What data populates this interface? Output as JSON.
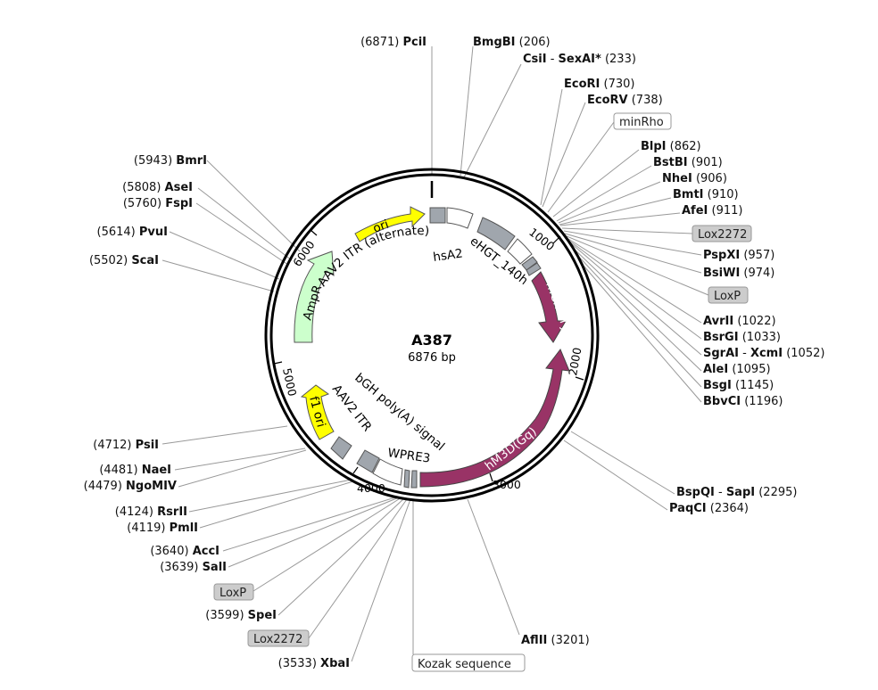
{
  "plasmid": {
    "name": "A387",
    "size_label": "6876 bp",
    "length": 6876
  },
  "colors": {
    "backbone": "#000000",
    "ampR": "#ccffcc",
    "ori": "#ffff00",
    "f1ori": "#ffff00",
    "mCherry": "#993366",
    "hM3D": "#993366",
    "promoter_white": "#ffffff",
    "grey_feature": "#a0a6ad",
    "leader_line": "#999999",
    "site_box_grey": "#cccccc"
  },
  "ticks": [
    "1000",
    "2000",
    "3000",
    "4000",
    "5000",
    "6000"
  ],
  "features": [
    {
      "name": "ori",
      "type": "arrow",
      "label": "ori"
    },
    {
      "name": "AmpR",
      "type": "arrow",
      "label": "AmpR"
    },
    {
      "name": "f1 ori",
      "type": "arrow",
      "label": "f1 ori"
    },
    {
      "name": "mCherry",
      "type": "arrow",
      "label": "mCherry"
    },
    {
      "name": "hM3D(Gq)",
      "type": "arrow",
      "label": "hM3D(Gq)"
    },
    {
      "name": "AAV2 ITR (alternate)",
      "type": "label",
      "label": "AAV2 ITR (alternate)"
    },
    {
      "name": "hsA2",
      "type": "label",
      "label": "hsA2"
    },
    {
      "name": "eHGT_140h",
      "type": "label",
      "label": "eHGT_140h"
    },
    {
      "name": "bGH poly(A) signal",
      "type": "label",
      "label": "bGH poly(A) signal"
    },
    {
      "name": "AAV2 ITR",
      "type": "label",
      "label": "AAV2 ITR"
    },
    {
      "name": "WPRE3",
      "type": "label",
      "label": "WPRE3"
    }
  ],
  "right_sites": [
    {
      "enzyme": "BmgBI",
      "pos": "(206)"
    },
    {
      "enzyme": "CsiI",
      "enzyme2": "SexAI*",
      "pos": "(233)"
    },
    {
      "enzyme": "EcoRI",
      "pos": "(730)"
    },
    {
      "enzyme": "EcoRV",
      "pos": "(738)"
    },
    {
      "box": "minRho"
    },
    {
      "enzyme": "BlpI",
      "pos": "(862)"
    },
    {
      "enzyme": "BstBI",
      "pos": "(901)"
    },
    {
      "enzyme": "NheI",
      "pos": "(906)"
    },
    {
      "enzyme": "BmtI",
      "pos": "(910)"
    },
    {
      "enzyme": "AfeI",
      "pos": "(911)"
    },
    {
      "box": "Lox2272"
    },
    {
      "enzyme": "PspXI",
      "pos": "(957)"
    },
    {
      "enzyme": "BsiWI",
      "pos": "(974)"
    },
    {
      "box": "LoxP"
    },
    {
      "enzyme": "AvrII",
      "pos": "(1022)"
    },
    {
      "enzyme": "BsrGI",
      "pos": "(1033)"
    },
    {
      "enzyme": "SgrAI",
      "enzyme2": "XcmI",
      "pos": "(1052)"
    },
    {
      "enzyme": "AleI",
      "pos": "(1095)"
    },
    {
      "enzyme": "BsgI",
      "pos": "(1145)"
    },
    {
      "enzyme": "BbvCI",
      "pos": "(1196)"
    },
    {
      "enzyme": "BspQI",
      "enzyme2": "SapI",
      "pos": "(2295)"
    },
    {
      "enzyme": "PaqCI",
      "pos": "(2364)"
    },
    {
      "enzyme": "AflII",
      "pos": "(3201)"
    }
  ],
  "left_sites": [
    {
      "enzyme": "PciI",
      "pos": "(6871)"
    },
    {
      "enzyme": "BmrI",
      "pos": "(5943)"
    },
    {
      "enzyme": "AseI",
      "pos": "(5808)"
    },
    {
      "enzyme": "FspI",
      "pos": "(5760)"
    },
    {
      "enzyme": "PvuI",
      "pos": "(5614)"
    },
    {
      "enzyme": "ScaI",
      "pos": "(5502)"
    },
    {
      "enzyme": "PsiI",
      "pos": "(4712)"
    },
    {
      "enzyme": "NaeI",
      "pos": "(4481)"
    },
    {
      "enzyme": "NgoMIV",
      "pos": "(4479)"
    },
    {
      "enzyme": "RsrII",
      "pos": "(4124)"
    },
    {
      "enzyme": "PmlI",
      "pos": "(4119)"
    },
    {
      "enzyme": "AccI",
      "pos": "(3640)"
    },
    {
      "enzyme": "SalI",
      "pos": "(3639)"
    },
    {
      "box": "LoxP"
    },
    {
      "enzyme": "SpeI",
      "pos": "(3599)"
    },
    {
      "box": "Lox2272"
    },
    {
      "enzyme": "XbaI",
      "pos": "(3533)"
    },
    {
      "box": "Kozak sequence"
    }
  ]
}
